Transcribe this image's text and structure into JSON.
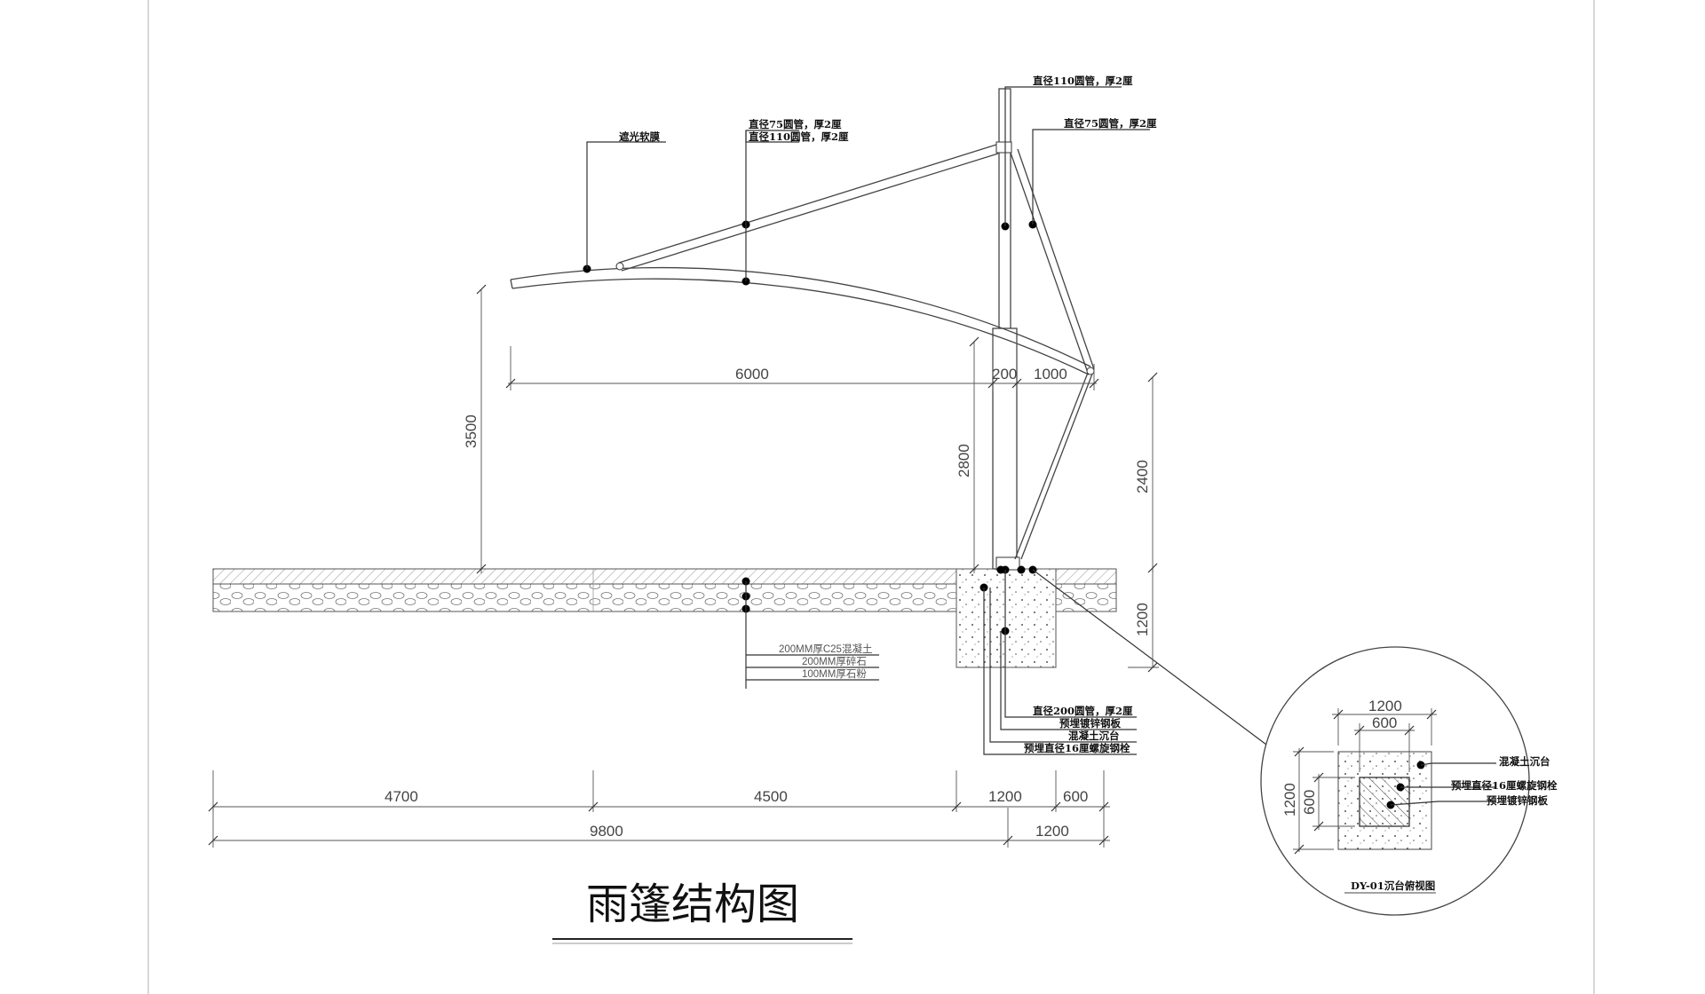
{
  "title": "雨篷结构图",
  "callouts": {
    "membrane": "遮光软膜",
    "pipe75_left": "直径75圆管，厚2厘",
    "pipe110_left": "直径110圆管，厚2厘",
    "pipe110_top": "直径110圆管，厚2厘",
    "pipe75_right": "直径75圆管，厚2厘",
    "layer_concrete": "200MM厚C25混凝土",
    "layer_gravel": "200MM厚碎石",
    "layer_stonepowder": "100MM厚石粉",
    "pipe200": "直径200圆管，厚2厘",
    "embedded_plate": "预埋镀锌钢板",
    "concrete_pit": "混凝土沉台",
    "embedded_bolt": "预埋直径16厘螺旋钢栓"
  },
  "dimensions": {
    "span_6000": "6000",
    "post_200": "200",
    "overhang_1000": "1000",
    "height_3500": "3500",
    "height_2800": "2800",
    "height_2400": "2400",
    "depth_1200": "1200",
    "bottom_4700": "4700",
    "bottom_4500": "4500",
    "bottom_1200a": "1200",
    "bottom_600": "600",
    "total_9800": "9800",
    "bottom_1200b": "1200"
  },
  "detail": {
    "caption": "DY-01沉台俯视图",
    "dim_1200_h": "1200",
    "dim_600_h": "600",
    "dim_1200_v": "1200",
    "dim_600_v": "600",
    "label_pit": "混凝土沉台",
    "label_bolt": "预埋直径16厘螺旋钢栓",
    "label_plate": "预埋镀锌钢板"
  }
}
